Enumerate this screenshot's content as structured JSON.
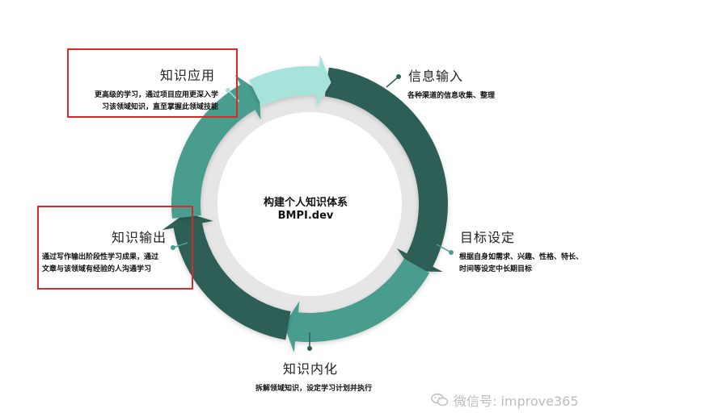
{
  "center": {
    "title": "构建个人知识体系",
    "subtitle": "BMPI.dev"
  },
  "stages": {
    "apply": {
      "title": "知识应用",
      "desc_lines": [
        "更高级的学习，通过项目应用更深入学",
        "习该领域知识，直至掌握此领域技能"
      ]
    },
    "input": {
      "title": "信息输入",
      "desc_lines": [
        "各种渠道的信息收集、整理"
      ]
    },
    "goal": {
      "title": "目标设定",
      "desc_lines": [
        "根据自身如需求、兴趣、性格、特长、",
        "时间等设定中长期目标"
      ]
    },
    "internal": {
      "title": "知识内化",
      "desc_lines": [
        "拆解领域知识，设定学习计划并执行"
      ]
    },
    "output": {
      "title": "知识输出",
      "desc_lines": [
        "通过写作输出阶段性学习成果，通过",
        "文章与该领域有经验的人沟通学习"
      ]
    }
  },
  "watermark": {
    "text": "微信号: improve365",
    "icon": "wechat-icon"
  },
  "colors": {
    "ring_inner": "#e6e6e6",
    "dark_green": "#2f5f56",
    "mid_green": "#4a9d8f",
    "light_green": "#a6e3da",
    "highlight": "#d62b2b"
  }
}
